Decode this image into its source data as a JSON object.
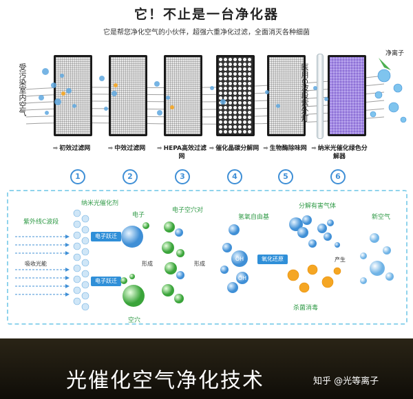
{
  "header": {
    "title": "它！不止是一台净化器",
    "subtitle": "它是帮您净化空气的小伙伴，超强六重净化过滤，全面消灭各种细菌"
  },
  "top_diagram": {
    "left_label": "受污染室内空气",
    "lamp_label": "医用C波段紫外灯",
    "output_label": "净离子",
    "stages": [
      {
        "number": "1",
        "label": "初效过滤网"
      },
      {
        "number": "2",
        "label": "中效过滤网"
      },
      {
        "number": "3",
        "label": "HEPA高效过滤网"
      },
      {
        "number": "4",
        "label": "催化晶碳分解网"
      },
      {
        "number": "5",
        "label": "生物酶除味网"
      },
      {
        "number": "6",
        "label": "纳米光催化绿色分解器"
      }
    ]
  },
  "process_diagram": {
    "uv_label": "紫外线C波段",
    "absorb_label": "吸收光能",
    "catalyst_label": "纳米光催化剂",
    "electron_label": "电子",
    "jump_top_label": "电子跃迁",
    "jump_bottom_label": "电子跃迁",
    "hole_label": "空穴",
    "pair_label": "电子空穴对",
    "form1_label": "形成",
    "form2_label": "形成",
    "radical_label": "氢氧自由基",
    "redox_label": "氧化还原",
    "decompose_label": "分解有害气体",
    "sterilize_label": "杀菌消毒",
    "produce_label": "产生",
    "new_air_label": "新空气",
    "oh_text": "OH"
  },
  "footer": {
    "title": "光催化空气净化技术",
    "watermark": "知乎 @光等离子"
  },
  "colors": {
    "accent_blue": "#2f8fd8",
    "accent_green": "#2f9a46",
    "dash_border": "#8fd3ec",
    "filter_purple": "#8c6fd6"
  }
}
